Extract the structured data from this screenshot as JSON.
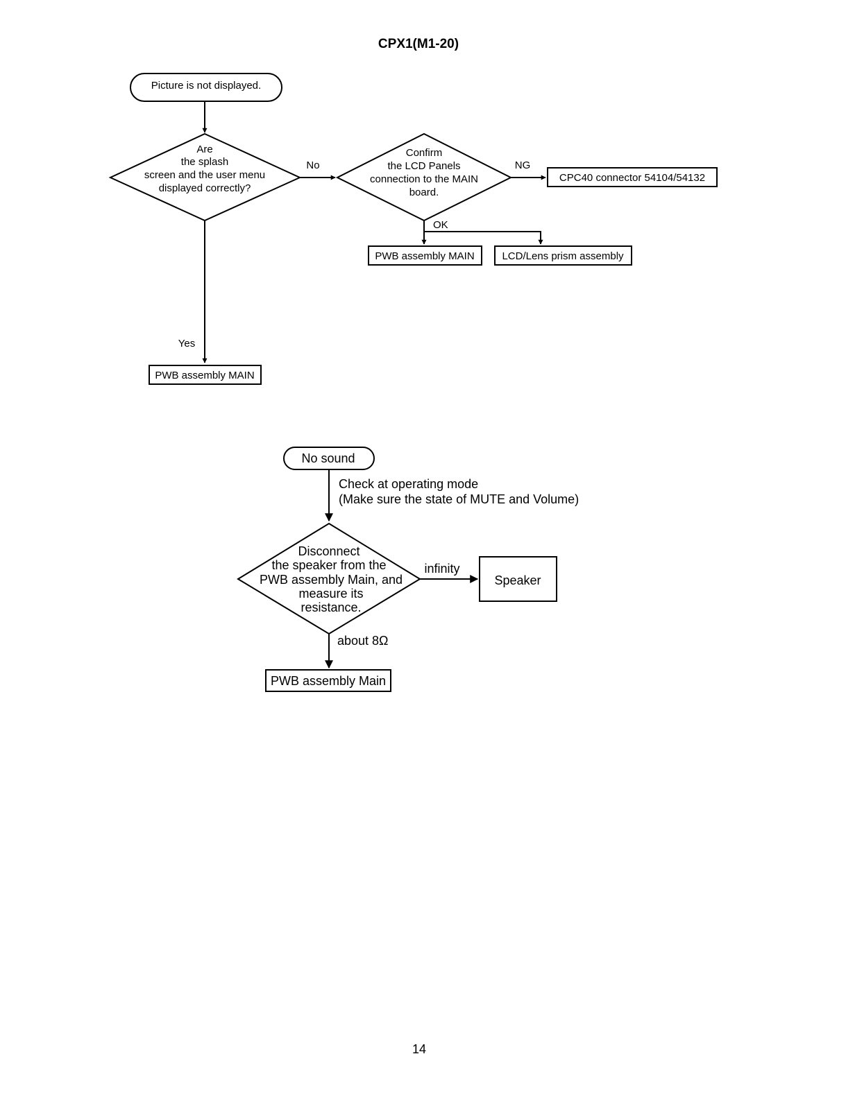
{
  "page": {
    "title": "CPX1(M1-20)",
    "page_number": "14"
  },
  "flow1": {
    "start": "Picture is not displayed.",
    "decision1": [
      "Are",
      "the splash",
      "screen and the user menu",
      "displayed correctly?"
    ],
    "label_no": "No",
    "label_yes": "Yes",
    "decision2": [
      "Confirm",
      "the LCD Panels",
      "connection to the MAIN",
      "board."
    ],
    "label_ng": "NG",
    "label_ok": "OK",
    "box_cpc40": "CPC40 connector 54104/54132",
    "box_pwb_main_ok": "PWB assembly MAIN",
    "box_lcd_lens": "LCD/Lens prism assembly",
    "box_pwb_main_yes": "PWB assembly MAIN"
  },
  "flow2": {
    "start": "No sound",
    "note": [
      "Check at operating mode",
      "(Make sure the state of MUTE and Volume)"
    ],
    "decision": [
      "Disconnect",
      "the speaker from the",
      "PWB assembly Main, and",
      "measure its",
      "resistance."
    ],
    "label_infinity": "infinity",
    "label_about": "about 8Ω",
    "box_speaker": "Speaker",
    "box_pwb_main": "PWB assembly Main"
  }
}
